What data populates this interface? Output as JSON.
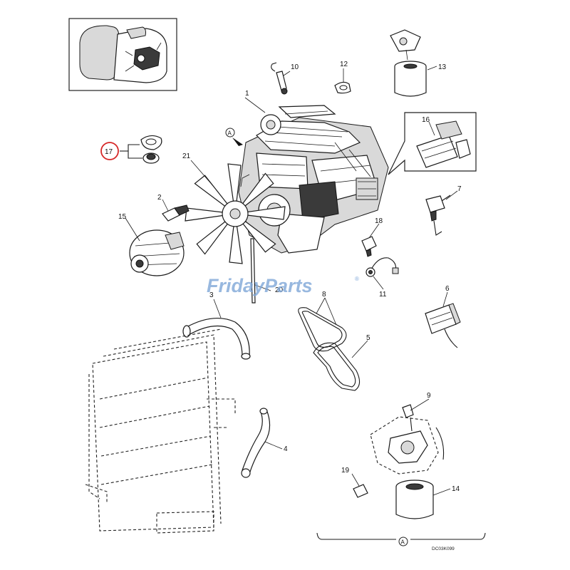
{
  "watermark": {
    "brand": "FridayParts",
    "registered_mark": "®",
    "color": "#7fa7d8"
  },
  "callouts": {
    "p1": "1",
    "p2": "2",
    "p3": "3",
    "p4": "4",
    "p5": "5",
    "p6": "6",
    "p7": "7",
    "p8": "8",
    "p9": "9",
    "p10": "10",
    "p11": "11",
    "p12": "12",
    "p13": "13",
    "p14": "14",
    "p15": "15",
    "p16": "16",
    "p17": "17",
    "p18": "18",
    "p19": "19",
    "p20": "20",
    "p21": "21"
  },
  "view_marker": "A",
  "drawing_code": "DC03K099",
  "highlight_color": "#d62828"
}
